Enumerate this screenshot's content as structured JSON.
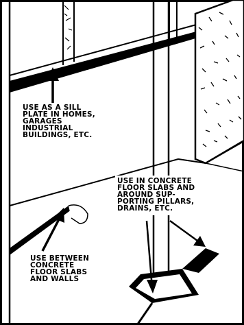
{
  "labels": {
    "sill_plate": [
      "USE AS A SILL",
      "PLATE IN HOMES,",
      "GARAGES",
      "INDUSTRIAL",
      "BUILDINGS, ETC."
    ],
    "floor_slabs": [
      "USE IN CONCRETE",
      "FLOOR SLABS AND",
      "AROUND SUP-",
      "PORTING PILLARS,",
      "DRAINS, ETC."
    ],
    "slab_walls": [
      "USE BETWEEN",
      "CONCRETE",
      "FLOOR SLABS",
      "AND WALLS"
    ]
  },
  "colors": {
    "ink": "#000000",
    "paper": "#ffffff"
  }
}
